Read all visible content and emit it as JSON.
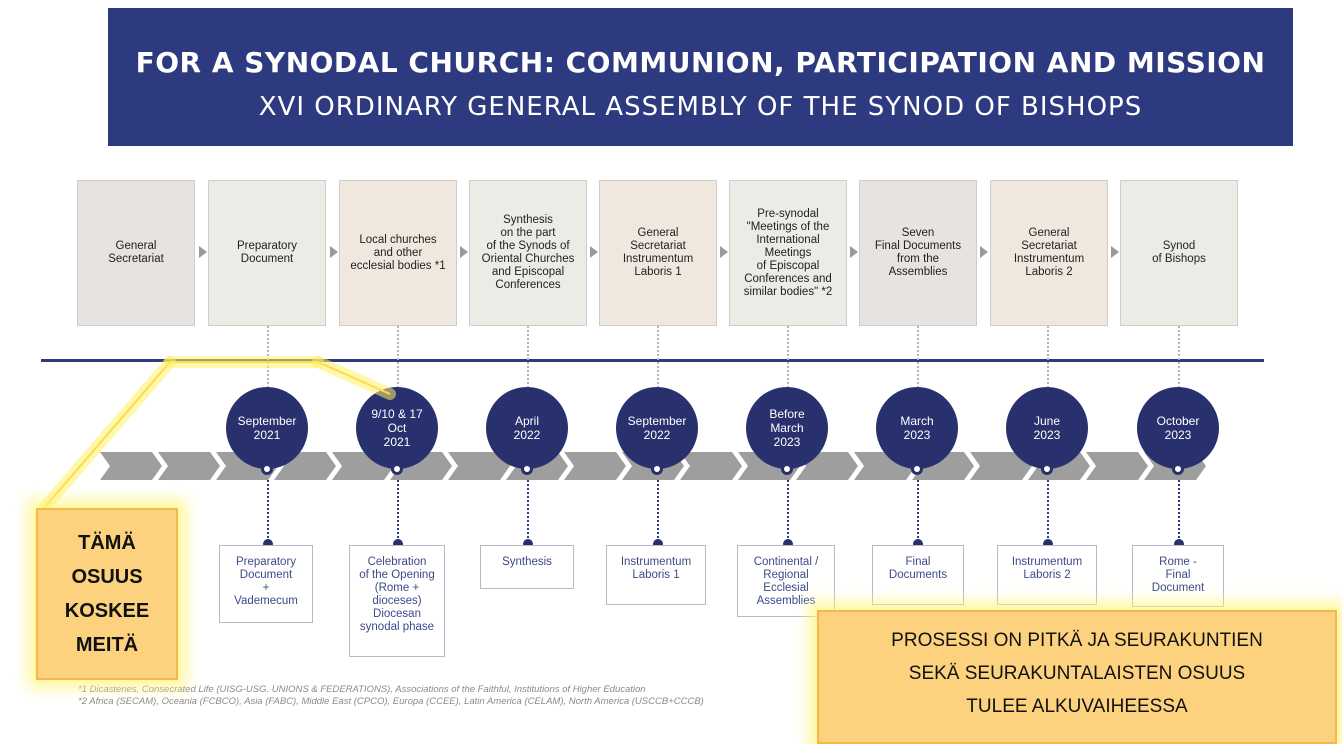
{
  "header": {
    "title": "FOR A SYNODAL CHURCH: COMMUNION, PARTICIPATION AND MISSION",
    "subtitle": "XVI ORDINARY GENERAL ASSEMBLY OF THE SYNOD OF BISHOPS"
  },
  "stages": [
    {
      "label": "General\nSecretariat"
    },
    {
      "label": "Preparatory\nDocument"
    },
    {
      "label": "Local churches\nand other\necclesial bodies *1"
    },
    {
      "label": "Synthesis\non the part\nof the Synods of\nOriental Churches\nand Episcopal\nConferences"
    },
    {
      "label": "General\nSecretariat\nInstrumentum\nLaboris 1"
    },
    {
      "label": "Pre-synodal\n\"Meetings of the\nInternational\nMeetings\nof Episcopal\nConferences and\nsimilar bodies\" *2"
    },
    {
      "label": "Seven\nFinal Documents\nfrom the\nAssemblies"
    },
    {
      "label": "General\nSecretariat\nInstrumentum\nLaboris 2"
    },
    {
      "label": "Synod\nof Bishops"
    }
  ],
  "dates": [
    {
      "label": "September\n2021"
    },
    {
      "label": "9/10 & 17\nOct\n2021"
    },
    {
      "label": "April\n2022"
    },
    {
      "label": "September\n2022"
    },
    {
      "label": "Before\nMarch\n2023"
    },
    {
      "label": "March\n2023"
    },
    {
      "label": "June\n2023"
    },
    {
      "label": "October\n2023"
    }
  ],
  "outputs": [
    {
      "label": "Preparatory\nDocument\n+\nVademecum"
    },
    {
      "label": "Celebration\nof the Opening\n(Rome +\ndioceses)\nDiocesan\nsynodal phase"
    },
    {
      "label": "Synthesis"
    },
    {
      "label": "Instrumentum\nLaboris 1"
    },
    {
      "label": "Continental /\nRegional\nEcclesial\nAssemblies"
    },
    {
      "label": "Final\nDocuments"
    },
    {
      "label": "Instrumentum\nLaboris 2"
    },
    {
      "label": "Rome -\nFinal\nDocument"
    }
  ],
  "footnotes": {
    "note1": "*1 Dicasteries, Consecrated Life (UISG-USG. UNIONS & FEDERATIONS), Associations of the Faithful, Institutions of Higher Education",
    "note2": "*2 Africa (SECAM), Oceania (FCBCO), Asia (FABC), Middle East (CPCO), Europa (CCEE), Latin America (CELAM), North America (USCCB+CCCB)"
  },
  "callouts": {
    "left": [
      "TÄMÄ",
      "OSUUS",
      "KOSKEE",
      "MEITÄ"
    ],
    "right": [
      "PROSESSI ON PITKÄ JA SEURAKUNTIEN",
      "SEKÄ SEURAKUNTALAISTEN OSUUS",
      "TULEE ALKUVAIHEESSA"
    ]
  },
  "colors": {
    "navy": "#2e3a80",
    "circle": "#28306e",
    "highlight": "#fdd27f",
    "chevron": "#9e9e9e"
  }
}
